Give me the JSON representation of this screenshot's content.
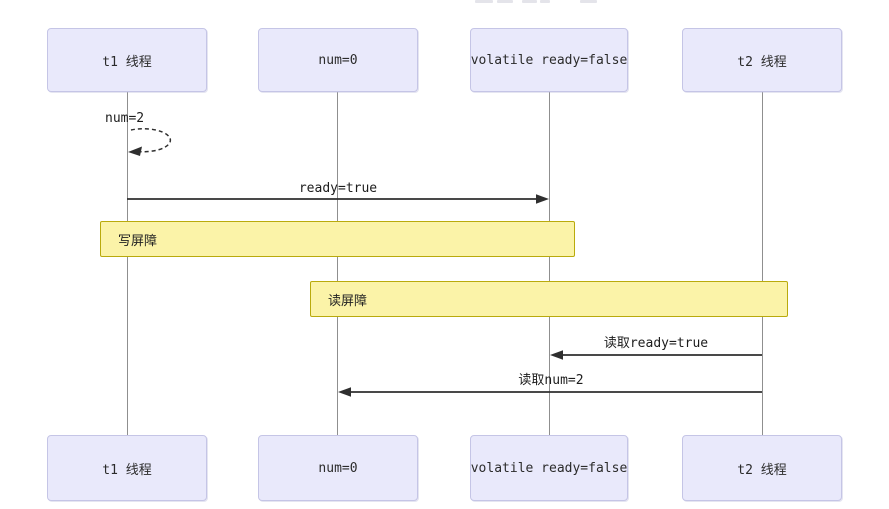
{
  "diagram_type": "sequence-diagram",
  "participants": [
    {
      "label": "t1 线程"
    },
    {
      "label": "num=0"
    },
    {
      "label": "volatile ready=false"
    },
    {
      "label": "t2 线程"
    }
  ],
  "messages": {
    "self_call": {
      "label": "num=2",
      "from": "t1 线程",
      "style": "dashed-self-loop"
    },
    "write_ready": {
      "label": "ready=true",
      "from": "t1 线程",
      "to": "volatile ready=false",
      "direction": "right"
    },
    "read_ready": {
      "label": "读取ready=true",
      "from": "t2 线程",
      "to": "volatile ready=false",
      "direction": "left"
    },
    "read_num": {
      "label": "读取num=2",
      "from": "t2 线程",
      "to": "num=0",
      "direction": "left"
    }
  },
  "barriers": {
    "write": {
      "label": "写屏障",
      "spans": "t1 线程 → volatile ready=false"
    },
    "read": {
      "label": "读屏障",
      "spans": "num=0 → t2 线程"
    }
  },
  "colors": {
    "participant_fill": "#e9e9fb",
    "participant_border": "#c5c5e6",
    "barrier_fill": "#fbf3a8",
    "barrier_border": "#b9aa0c",
    "lifeline": "#8f8f8f",
    "arrow": "#2f2f2f",
    "background": "#ffffff"
  }
}
